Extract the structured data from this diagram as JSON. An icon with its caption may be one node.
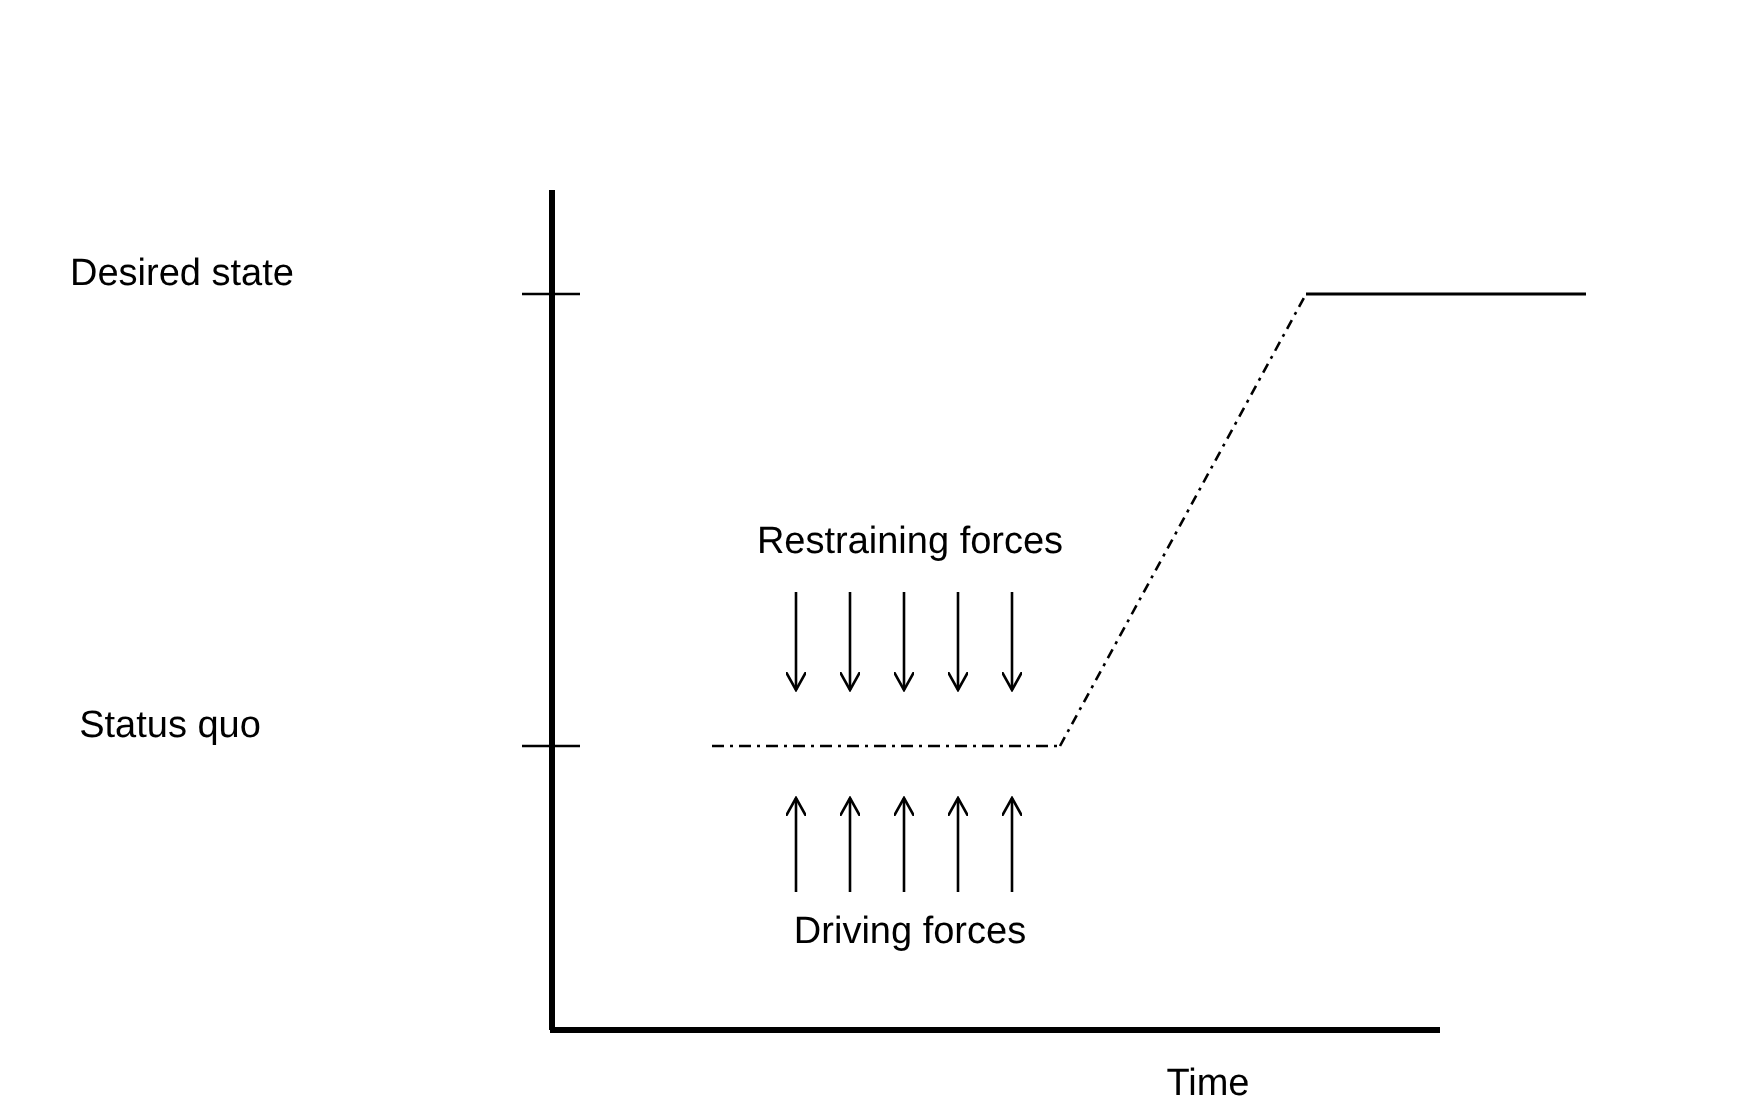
{
  "diagram": {
    "labels": [
      "Desired state",
      "Status quo",
      "Restraining forces",
      "Driving forces",
      "Time"
    ]
  }
}
